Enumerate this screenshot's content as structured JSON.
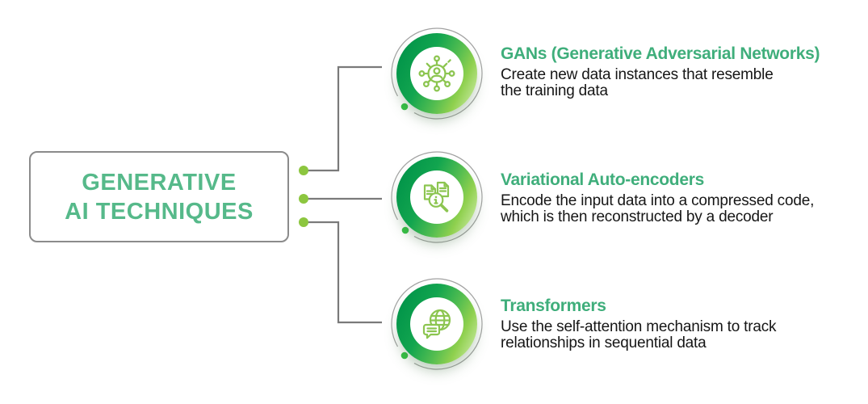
{
  "title": {
    "line1": "GENERATIVE",
    "line2": "AI TECHNIQUES"
  },
  "items": [
    {
      "heading": "GANs (Generative Adversarial Networks)",
      "desc_line1": "Create new data instances that resemble",
      "desc_line2": "the training data",
      "icon": "network-user-icon"
    },
    {
      "heading": "Variational Auto-encoders",
      "desc_line1": "Encode the input data into a compressed code,",
      "desc_line2": "which is then reconstructed by a decoder",
      "icon": "document-search-icon"
    },
    {
      "heading": "Transformers",
      "desc_line1": "Use the self-attention mechanism to track",
      "desc_line2": "relationships in sequential data",
      "icon": "globe-chat-icon"
    }
  ],
  "colors": {
    "title_green": "#56b98a",
    "heading_green": "#3fae7b",
    "ring_gradient_dark": "#009349",
    "ring_gradient_light": "#cdeba6",
    "icon_green": "#8cc550",
    "connector_dot_green": "#8cc63f",
    "arc_dot_green": "#35c245",
    "connector_gray": "#7a7a7a",
    "box_border_gray": "#8b8b8b"
  }
}
